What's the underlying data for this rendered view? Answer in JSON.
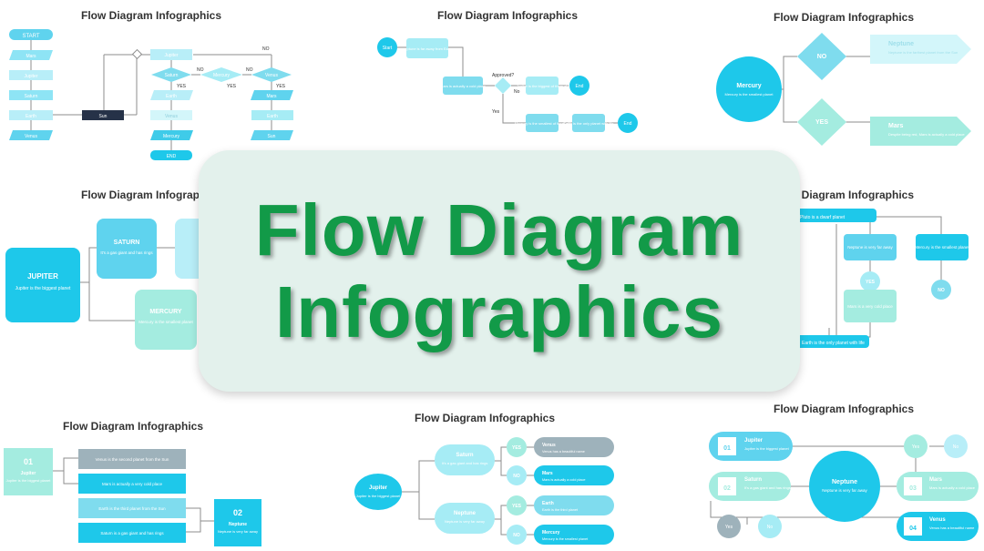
{
  "banner": {
    "line1": "Flow Diagram",
    "line2": "Infographics"
  },
  "colors": {
    "primary": "#1ec8ea",
    "light": "#a6ecf5",
    "pale": "#d3f6fa",
    "mint": "#a4ece0",
    "dark": "#263248",
    "line": "#8d8d8d",
    "green": "#129a48",
    "grey": "#9eb2bb"
  },
  "slides": {
    "s1": {
      "title": "Flow Diagram Infographics",
      "start": "START",
      "end": "END",
      "yes": "YES",
      "no": "NO",
      "jupiter": "Jupiter",
      "saturn": "Saturn",
      "mercury": "Mercury",
      "venus": "Venus",
      "mars": "Mars",
      "earth": "Earth",
      "sun": "Sun"
    },
    "s2": {
      "title": "Flow Diagram Infographics",
      "start": "Start",
      "end": "End",
      "approved": "Approved?",
      "no": "No",
      "yes": "Yes",
      "neptune": "Neptune is far away from Earth",
      "mars": "Mars is actually a cold place",
      "jupiter": "Jupiter is the biggest of them all",
      "mercury": "Mercury is the smallest of them all",
      "earth": "Earth is the only planet with life"
    },
    "s3": {
      "title": "Flow Diagram Infographics",
      "mercury_title": "Mercury",
      "mercury_text": "Mercury is the smallest planet",
      "no": "NO",
      "yes": "YES",
      "neptune_title": "Neptune",
      "neptune_text": "Neptune is the farthest planet from the Sun",
      "mars_title": "Mars",
      "mars_text": "Despite being red, Mars is actually a cold place"
    },
    "s4": {
      "title": "Flow Diagram Infographics",
      "jupiter_title": "JUPITER",
      "jupiter_text": "Jupiter is the biggest planet",
      "saturn_title": "SATURN",
      "saturn_text": "It's a gas giant and has rings",
      "mercury_title": "MERCURY",
      "mercury_text": "Mercury is the smallest planet"
    },
    "s5": {
      "title": "Flow Diagram Infographics",
      "top": "Pluto is a dwarf planet",
      "neptune": "Neptune is very far away",
      "mercury": "Mercury is the smallest planet",
      "yes": "YES",
      "no": "NO",
      "mars": "Mars is a very cold place",
      "earth": "Earth is the only planet with life"
    },
    "s6": {
      "title": "Flow Diagram Infographics",
      "n01": "01",
      "jupiter_title": "Jupiter",
      "jupiter_text": "Jupiter is the biggest planet",
      "r1": "Venus is the second planet from the Sun",
      "r2": "Mars is actually a very cold place",
      "r3": "Earth is the third planet from the Sun",
      "r4": "Saturn is a gas giant and has rings",
      "n02": "02",
      "neptune_title": "Neptune",
      "neptune_text": "Neptune is very far away"
    },
    "s7": {
      "title": "Flow Diagram Infographics",
      "jupiter_title": "Jupiter",
      "jupiter_text": "Jupiter is the biggest planet",
      "saturn_title": "Saturn",
      "saturn_text": "It's a gas giant and has rings",
      "neptune_title": "Neptune",
      "neptune_text": "Neptune is very far away",
      "yes": "YES",
      "no": "NO",
      "venus_title": "Venus",
      "venus_text": "Venus has a beautiful name",
      "mars_title": "Mars",
      "mars_text": "Mars is actually a cold place",
      "earth_title": "Earth",
      "earth_text": "Earth is the third planet",
      "mercury_title": "Mercury",
      "mercury_text": "Mercury is the smallest planet"
    },
    "s8": {
      "title": "Flow Diagram Infographics",
      "n01": "01",
      "jupiter_title": "Jupiter",
      "jupiter_text": "Jupiter is the biggest planet",
      "n02": "02",
      "saturn_title": "Saturn",
      "saturn_text": "It's a gas giant and has rings",
      "neptune_title": "Neptune",
      "neptune_text": "Neptune is very far away",
      "yes": "Yes",
      "no": "No",
      "n03": "03",
      "mars_title": "Mars",
      "mars_text": "Mars is actually a cold place",
      "n04": "04",
      "venus_title": "Venus",
      "venus_text": "Venus has a beautiful name"
    }
  }
}
